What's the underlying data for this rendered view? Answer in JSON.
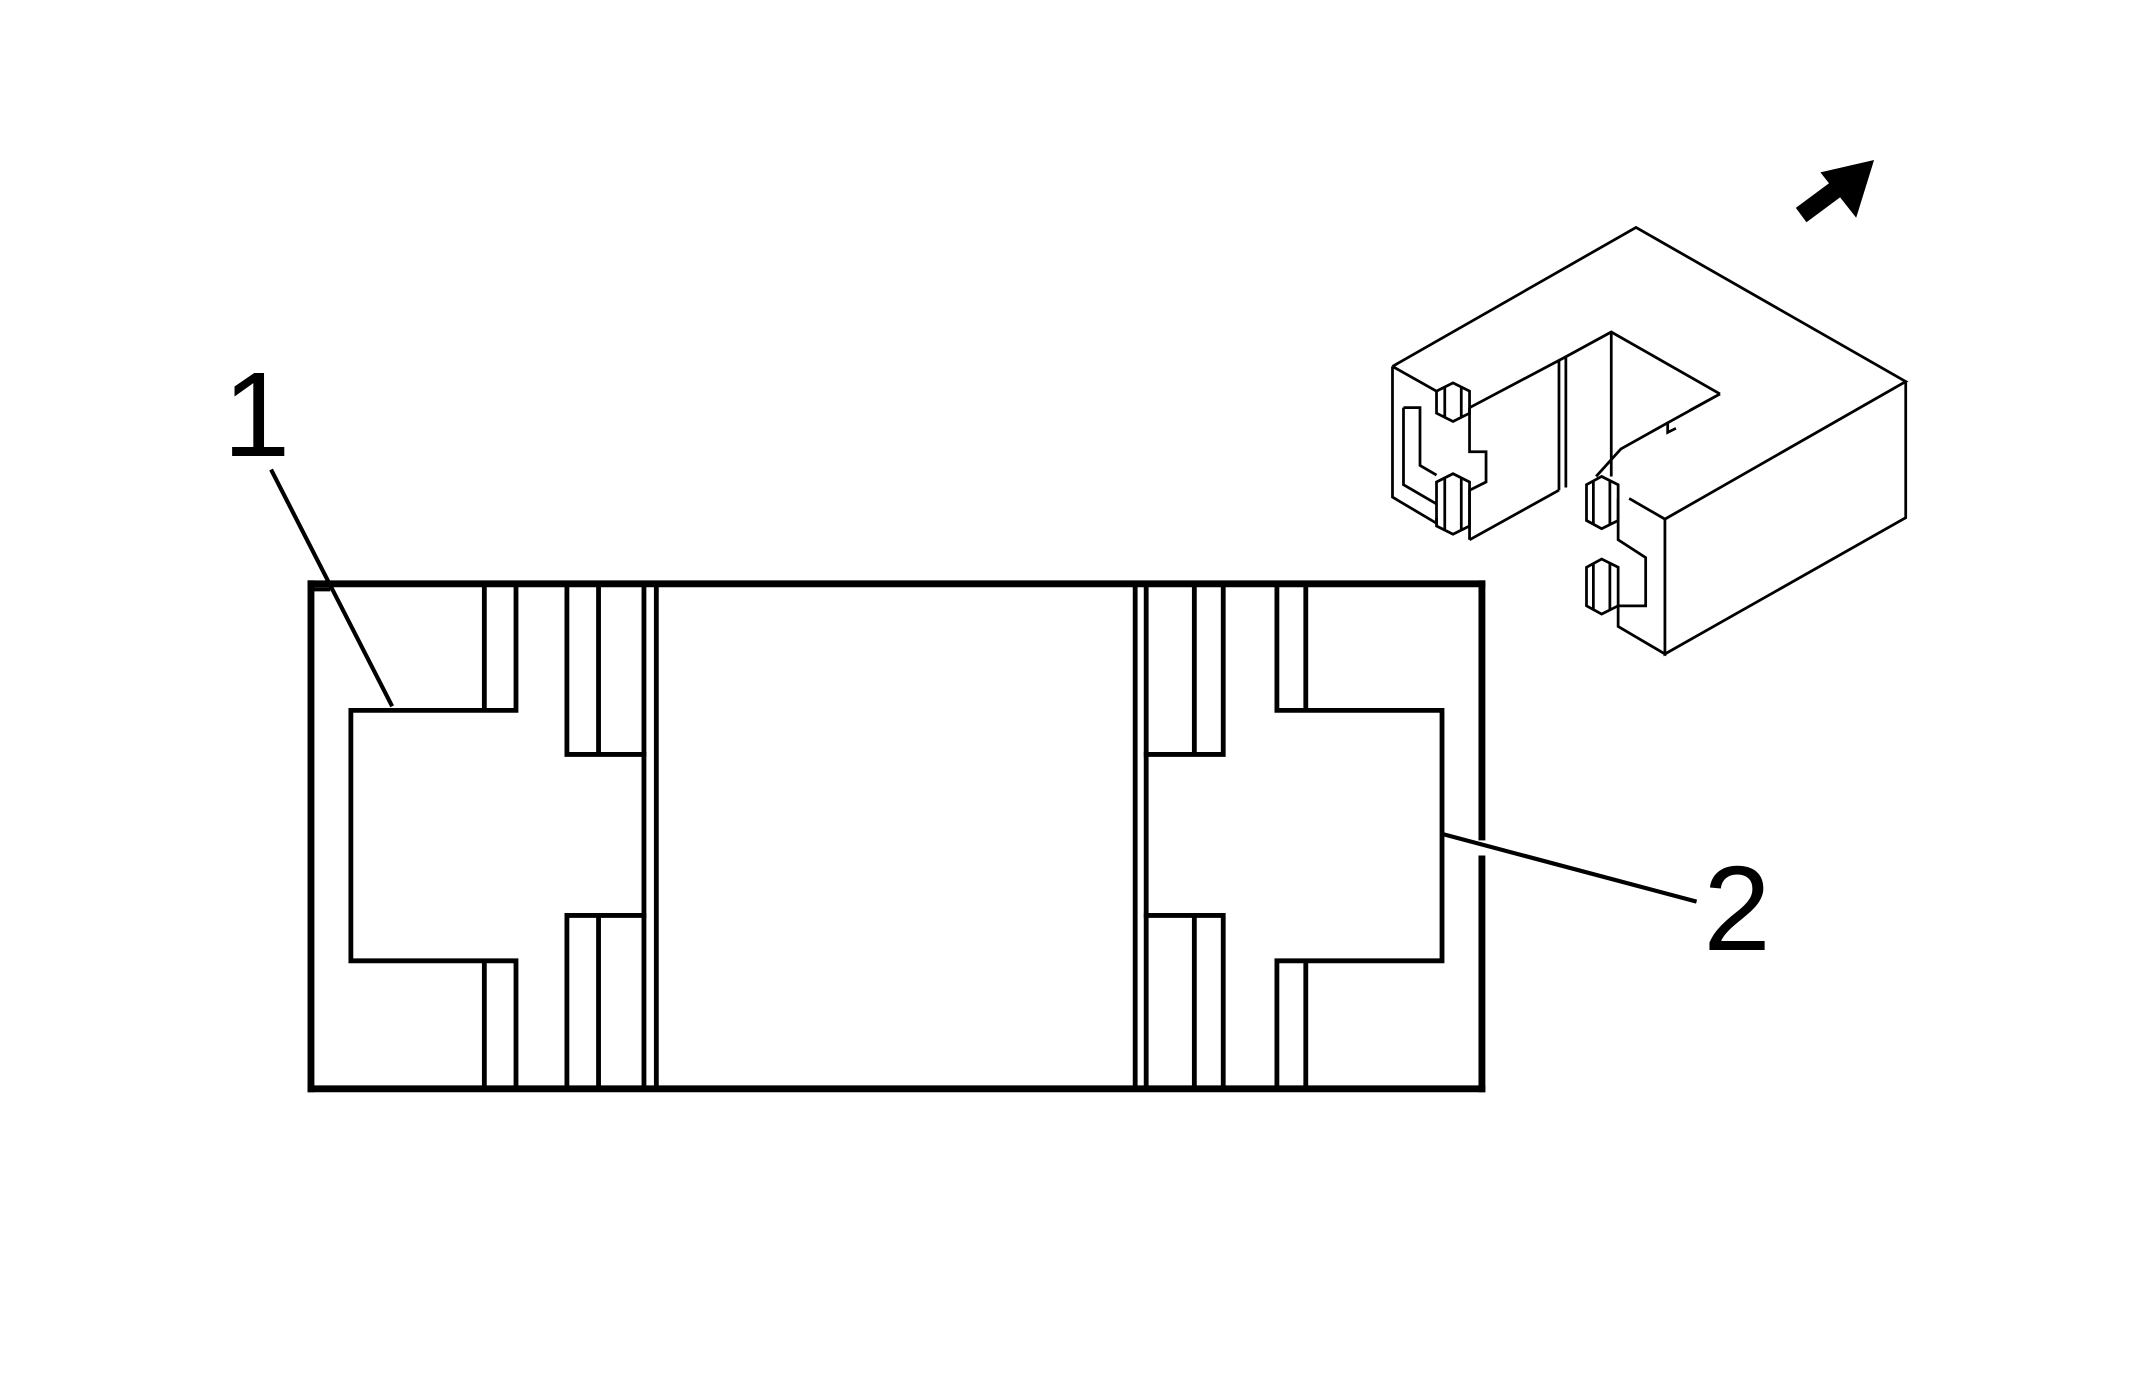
{
  "figure": {
    "background": "#ffffff",
    "line_color": "#000000",
    "labels": [
      {
        "id": "1",
        "text": "1"
      },
      {
        "id": "2",
        "text": "2"
      }
    ],
    "arrow_icon": "arrow-up-right-icon"
  }
}
